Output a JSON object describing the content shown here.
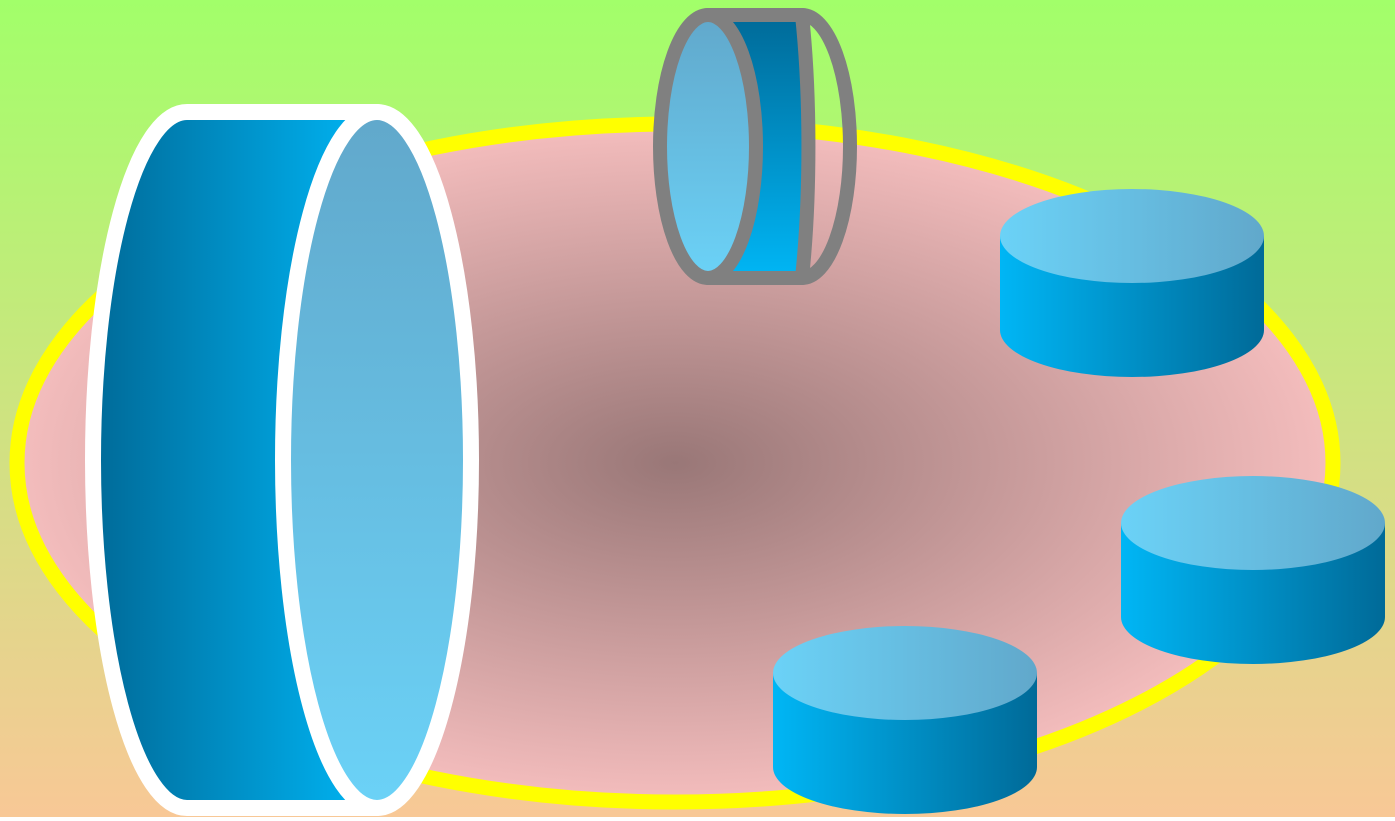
{
  "colors": {
    "background_top": "#A2FF6A",
    "background_bottom": "#F8C896",
    "ellipse_center": "#997777",
    "ellipse_edge": "#F4BDBD",
    "ellipse_outline": "#FFFF00",
    "cylinder_light": "#6BD2F7",
    "cylinder_mid": "#0094D6",
    "cylinder_dark": "#006A98",
    "cylinder_bright": "#00B6F5",
    "cylinder_face_muted": "#61A8CB",
    "large_cylinder_outline": "#FFFFFF",
    "small_cylinder_outline": "#808080"
  },
  "shapes": [
    {
      "name": "central-ellipse"
    },
    {
      "name": "large-horizontal-cylinder"
    },
    {
      "name": "small-horizontal-cylinder"
    },
    {
      "name": "disk-cylinder-upper-right"
    },
    {
      "name": "disk-cylinder-right"
    },
    {
      "name": "disk-cylinder-bottom"
    }
  ]
}
